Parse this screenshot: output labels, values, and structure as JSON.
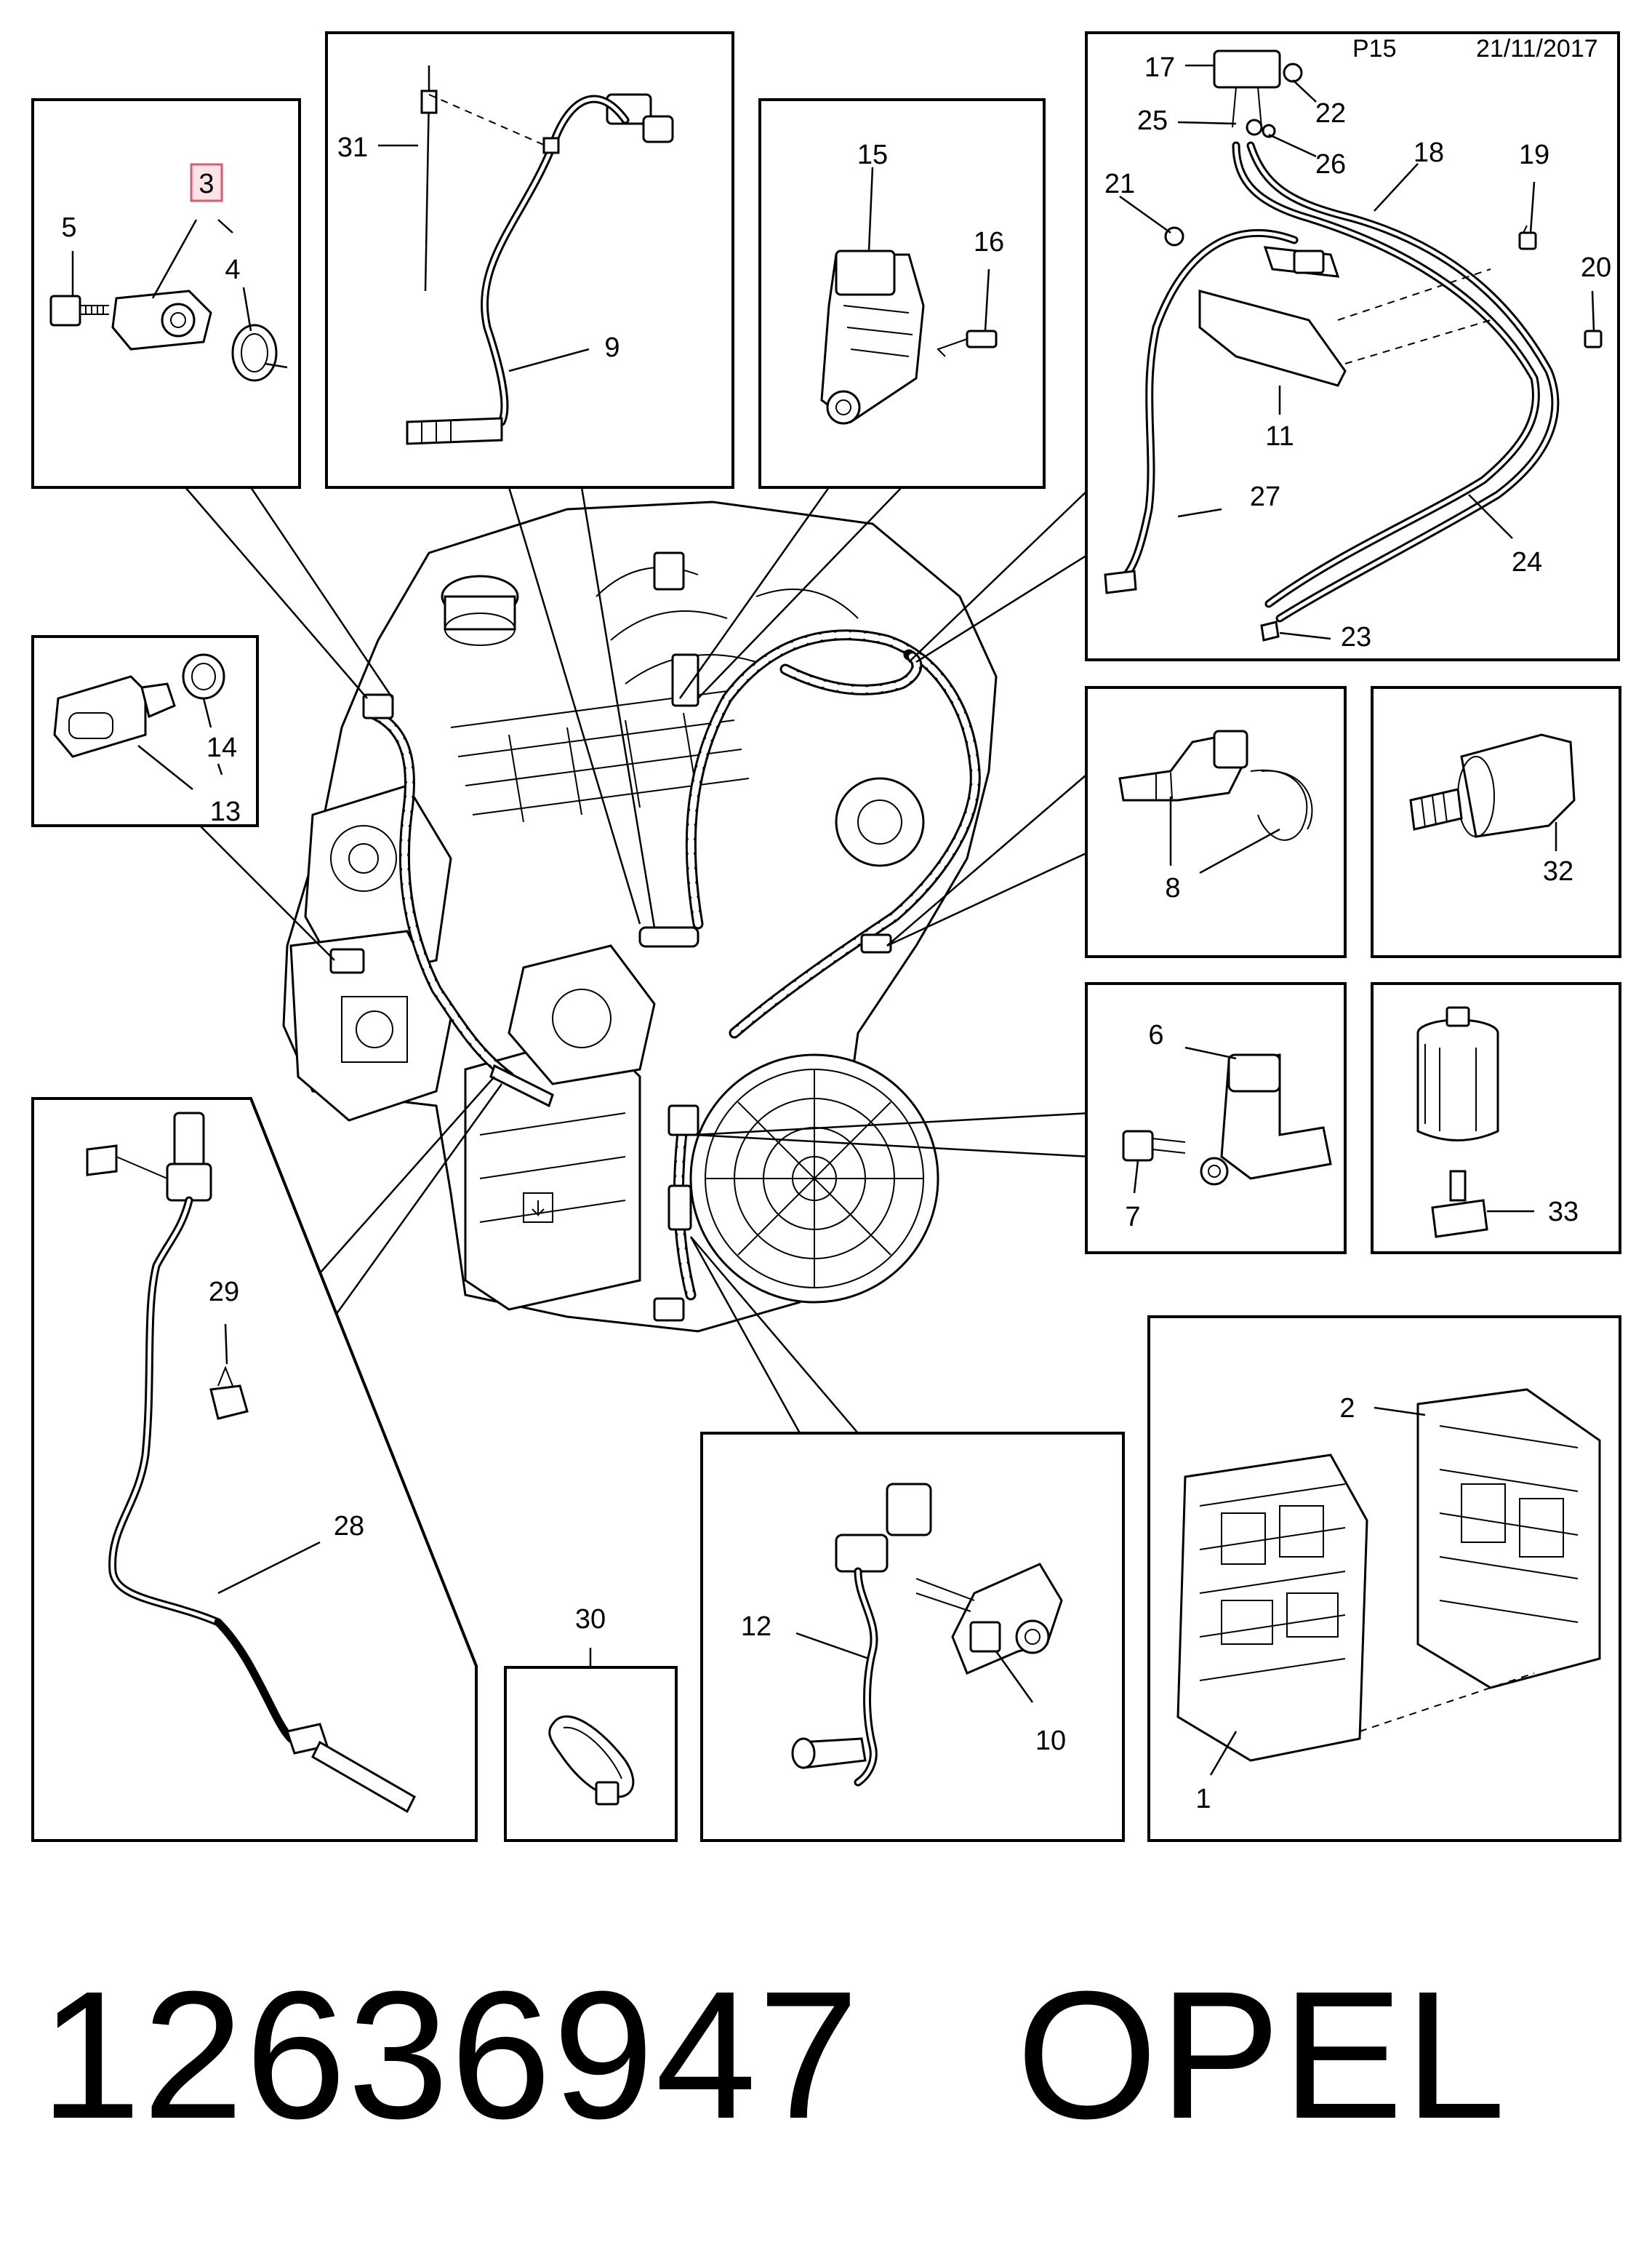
{
  "header": {
    "page": "P15",
    "date": "21/11/2017"
  },
  "callouts": {
    "c1": "1",
    "c2": "2",
    "c3": "3",
    "c4": "4",
    "c5": "5",
    "c6": "6",
    "c7": "7",
    "c8": "8",
    "c9": "9",
    "c10": "10",
    "c11": "11",
    "c12": "12",
    "c13": "13",
    "c14": "14",
    "c15": "15",
    "c16": "16",
    "c17": "17",
    "c18": "18",
    "c19": "19",
    "c20": "20",
    "c21": "21",
    "c22": "22",
    "c23": "23",
    "c24": "24",
    "c25": "25",
    "c26": "26",
    "c27": "27",
    "c28": "28",
    "c29": "29",
    "c30": "30",
    "c31": "31",
    "c32": "32",
    "c33": "33"
  },
  "highlight": {
    "callout": "3",
    "color": "#e05a6e"
  },
  "footer": {
    "part_number": "12636947",
    "brand": "OPEL"
  }
}
